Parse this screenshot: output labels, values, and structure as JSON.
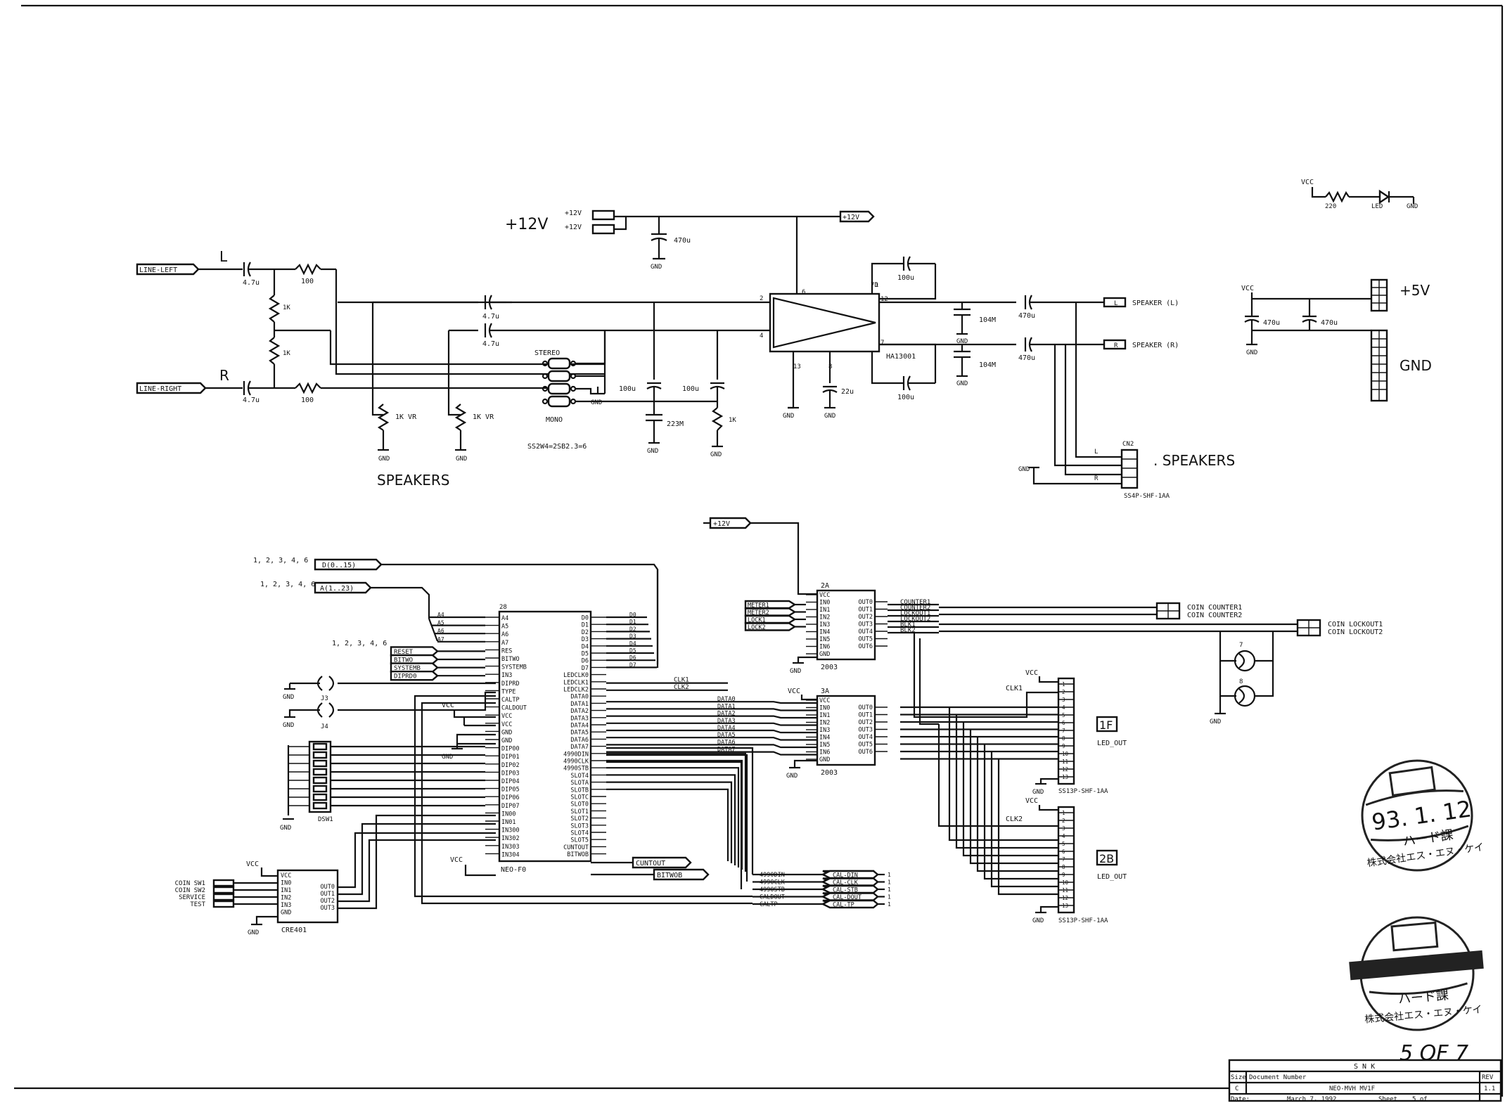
{
  "power": {
    "plus12_label": "+12V",
    "plus12_pin_a": "+12V",
    "plus12_pin_b": "+12V",
    "plus12_net": "+12V",
    "plus5_label": "+5V",
    "gnd_label": "GND",
    "cap_470_a": "470u",
    "cap_470_b": "470u",
    "cap_470_c": "470u",
    "vcc": "VCC",
    "gnd": "GND"
  },
  "led_ind": {
    "vcc": "VCC",
    "res": "220",
    "led": "LED",
    "gnd": "GND"
  },
  "audio": {
    "ch_left": "L",
    "ch_right": "R",
    "line_left": "LINE-LEFT",
    "line_right": "LINE-RIGHT",
    "cap_4u7": "4.7u",
    "res_100": "100",
    "res_1k": "1K",
    "vr_1k": "1K VR",
    "stereo": "STEREO",
    "mono": "MONO",
    "cap_100u": "100u",
    "cap_223m": "223M",
    "cap_22u": "22u",
    "cap_104m": "104M",
    "cap_470u": "470u",
    "amp_ic": "HA13001",
    "speaker_l": "SPEAKER (L)",
    "speaker_r": "SPEAKER (R)",
    "speakers": "SPEAKERS",
    "speakers_dot": ". SPEAKERS",
    "cn2": "CN2",
    "conn_part": "SS4P-SHF-1AA",
    "transistor_note": "SS2W4=2SB2.3=6",
    "pin_l": "L",
    "pin_r": "R"
  },
  "neo_f0": {
    "name": "NEO-F0",
    "top_pin": "28",
    "bus_a_sheets": "1, 2, 3, 4, 6",
    "bus_a_net": "D(0..15)",
    "bus_b_sheets": "1, 2, 3, 4, 6",
    "bus_b_net": "A(1..23)",
    "ctrl_sheets": "1, 2, 3, 4, 6",
    "left_pins": [
      "A4",
      "A5",
      "A6",
      "A7",
      "RES",
      "BITWO",
      "SYSTEMB",
      "IN3",
      "DIPRD",
      "TYPE",
      "CALTP",
      "CALDOUT",
      "VCC",
      "VCC",
      "GND",
      "GND",
      "DIP00",
      "DIP01",
      "DIP02",
      "DIP03",
      "DIP04",
      "DIP05",
      "DIP06",
      "DIP07",
      "IN00",
      "IN01",
      "IN300",
      "IN302",
      "IN303",
      "IN304"
    ],
    "right_pins": [
      "D0",
      "D1",
      "D2",
      "D3",
      "D4",
      "D5",
      "D6",
      "D7",
      "LEDCLK0",
      "LEDCLK1",
      "LEDCLK2",
      "DATA0",
      "DATA1",
      "DATA2",
      "DATA3",
      "DATA4",
      "DATA5",
      "DATA6",
      "DATA7",
      "4990DIN",
      "4990CLK",
      "4990STB",
      "SLOT4",
      "SLOTA",
      "SLOTB",
      "SLOTC",
      "SLOT0",
      "SLOT1",
      "SLOT2",
      "SLOT3",
      "SLOT4",
      "SLOT5",
      "CUNTOUT",
      "BITWOB"
    ],
    "data_bus": [
      "D0",
      "D1",
      "D2",
      "D3",
      "D4",
      "D5",
      "D6",
      "D7"
    ],
    "ctrl_nets": [
      "RESET",
      "BITWO",
      "SYSTEMB",
      "DIPRD0"
    ],
    "clk_nets": [
      "CLK1",
      "CLK2"
    ],
    "data_nets": [
      "DATA0",
      "DATA1",
      "DATA2",
      "DATA3",
      "DATA4",
      "DATA5",
      "DATA6",
      "DATA7"
    ],
    "cuntout_net": "CUNTOUT",
    "bitwob_net": "BITWOB",
    "cal_pins": [
      "4990DIN",
      "4990CLK",
      "4990STB",
      "CALDOUT",
      "CALTP"
    ],
    "cal_nets": [
      "CAL-DIN",
      "CAL-CLK",
      "CAL-STB",
      "CAL-DOUT",
      "CAL-TP"
    ],
    "j3": "J3",
    "j4": "J4",
    "dsw": "DSW1"
  },
  "driver_2a": {
    "name": "2003",
    "ref": "2A",
    "in_nets": [
      "METER1",
      "METER2",
      "LOCK1",
      "LOCK2"
    ],
    "pins_left": [
      "VCC",
      "IN0",
      "IN1",
      "IN2",
      "IN3",
      "IN4",
      "IN5",
      "IN6",
      "GND"
    ],
    "pins_right": [
      "OUT0",
      "OUT1",
      "OUT2",
      "OUT3",
      "OUT4",
      "OUT5",
      "OUT6"
    ],
    "outs": [
      "COUNTER1",
      "COUNTER2",
      "LOCKOUT1",
      "LOCKOUT2",
      "BLK1",
      "BLK2"
    ],
    "plus12_net": "+12V"
  },
  "driver_3a": {
    "name": "2003",
    "ref": "3A",
    "pins_left": [
      "VCC",
      "IN0",
      "IN1",
      "IN2",
      "IN3",
      "IN4",
      "IN5",
      "IN6",
      "GND"
    ],
    "pins_right": [
      "OUT0",
      "OUT1",
      "OUT2",
      "OUT3",
      "OUT4",
      "OUT5",
      "OUT6"
    ]
  },
  "coin": {
    "counter1": "COIN COUNTER1",
    "counter2": "COIN COUNTER2",
    "lockout1": "COIN LOCKOUT1",
    "lockout2": "COIN LOCKOUT2"
  },
  "leds": {
    "clk1": "CLK1",
    "clk2": "CLK2",
    "led_1f": "1F",
    "led_2b": "2B",
    "led_out": "LED_OUT",
    "conn_part": "SS13P-SHF-1AA"
  },
  "input_buf": {
    "name": "CRE401",
    "inputs": [
      "COIN SW1",
      "COIN SW2",
      "SERVICE",
      "TEST"
    ],
    "pins_left": [
      "VCC",
      "IN0",
      "IN1",
      "IN2",
      "IN3",
      "GND"
    ],
    "pins_right": [
      "OUT0",
      "OUT1",
      "OUT2",
      "OUT3"
    ]
  },
  "stamps": {
    "date": "93. 1. 12",
    "dept": "ハード課",
    "company": "株式会社エス・エヌ・ケイ"
  },
  "sheet_note": "5 OF 7",
  "title_block": {
    "company": "S N K",
    "size_label": "Size",
    "size_value": "C",
    "docnum_label": "Document Number",
    "docnum_value": "NEO-MVH MV1F",
    "rev_label": "REV",
    "rev_value": "1.1",
    "date_label": "Date:",
    "date_value": "March  7, 1992",
    "sheet_label": "Sheet",
    "sheet_value": "5 of"
  }
}
